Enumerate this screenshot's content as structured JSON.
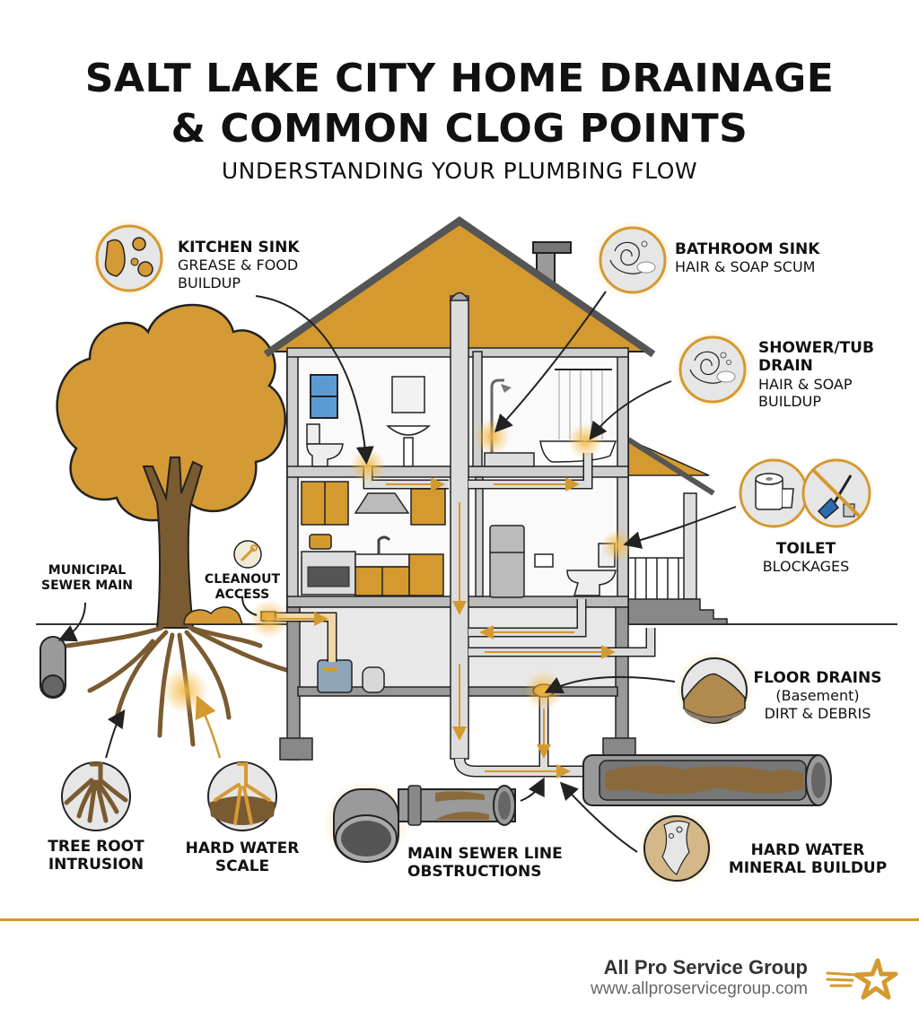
{
  "header": {
    "title_line1": "SALT LAKE CITY HOME DRAINAGE",
    "title_line2": "& COMMON CLOG POINTS",
    "subtitle": "UNDERSTANDING YOUR PLUMBING FLOW"
  },
  "callouts": {
    "kitchen_sink": {
      "title": "KITCHEN SINK",
      "desc_line1": "GREASE & FOOD",
      "desc_line2": "BUILDUP",
      "icon": "grease-food-icon"
    },
    "bathroom_sink": {
      "title": "BATHROOM SINK",
      "desc_line1": "HAIR & SOAP SCUM",
      "icon": "hair-soap-icon"
    },
    "shower_tub": {
      "title_line1": "SHOWER/TUB",
      "title_line2": "DRAIN",
      "desc_line1": "HAIR & SOAP",
      "desc_line2": "BUILDUP",
      "icon": "hair-soap-icon"
    },
    "toilet": {
      "title": "TOILET",
      "desc": "BLOCKAGES",
      "icons": [
        "toilet-paper-icon",
        "no-foreign-objects-icon"
      ]
    },
    "floor_drains": {
      "title": "FLOOR DRAINS",
      "qualifier": "(Basement)",
      "desc": "DIRT & DEBRIS",
      "icon": "dirt-pile-icon"
    },
    "hard_water_mineral": {
      "title_line1": "HARD WATER",
      "title_line2": "MINERAL BUILDUP",
      "icon": "mineral-scale-icon"
    },
    "main_sewer": {
      "title_line1": "MAIN SEWER LINE",
      "title_line2": "OBSTRUCTIONS",
      "icon": "pipe-obstruction-icon"
    },
    "tree_root": {
      "title_line1": "TREE ROOT",
      "title_line2": "INTRUSION",
      "icon": "tree-roots-icon"
    },
    "hard_water_scale": {
      "title_line1": "HARD WATER",
      "title_line2": "SCALE",
      "icon": "scale-roots-icon"
    },
    "municipal": {
      "title_line1": "MUNICIPAL",
      "title_line2": "SEWER MAIN"
    },
    "cleanout": {
      "title_line1": "CLEANOUT",
      "title_line2": "ACCESS",
      "icon": "wrench-icon"
    }
  },
  "colors": {
    "accent": "#d4992f",
    "roof": "#d4992f",
    "tree": "#d49a35",
    "trunk": "#7a5a30",
    "wall": "#cfcfcf",
    "outline": "#222222"
  },
  "footer": {
    "company": "All Pro Service Group",
    "url": "www.allproservicegroup.com",
    "logo": "star-logo-icon"
  }
}
